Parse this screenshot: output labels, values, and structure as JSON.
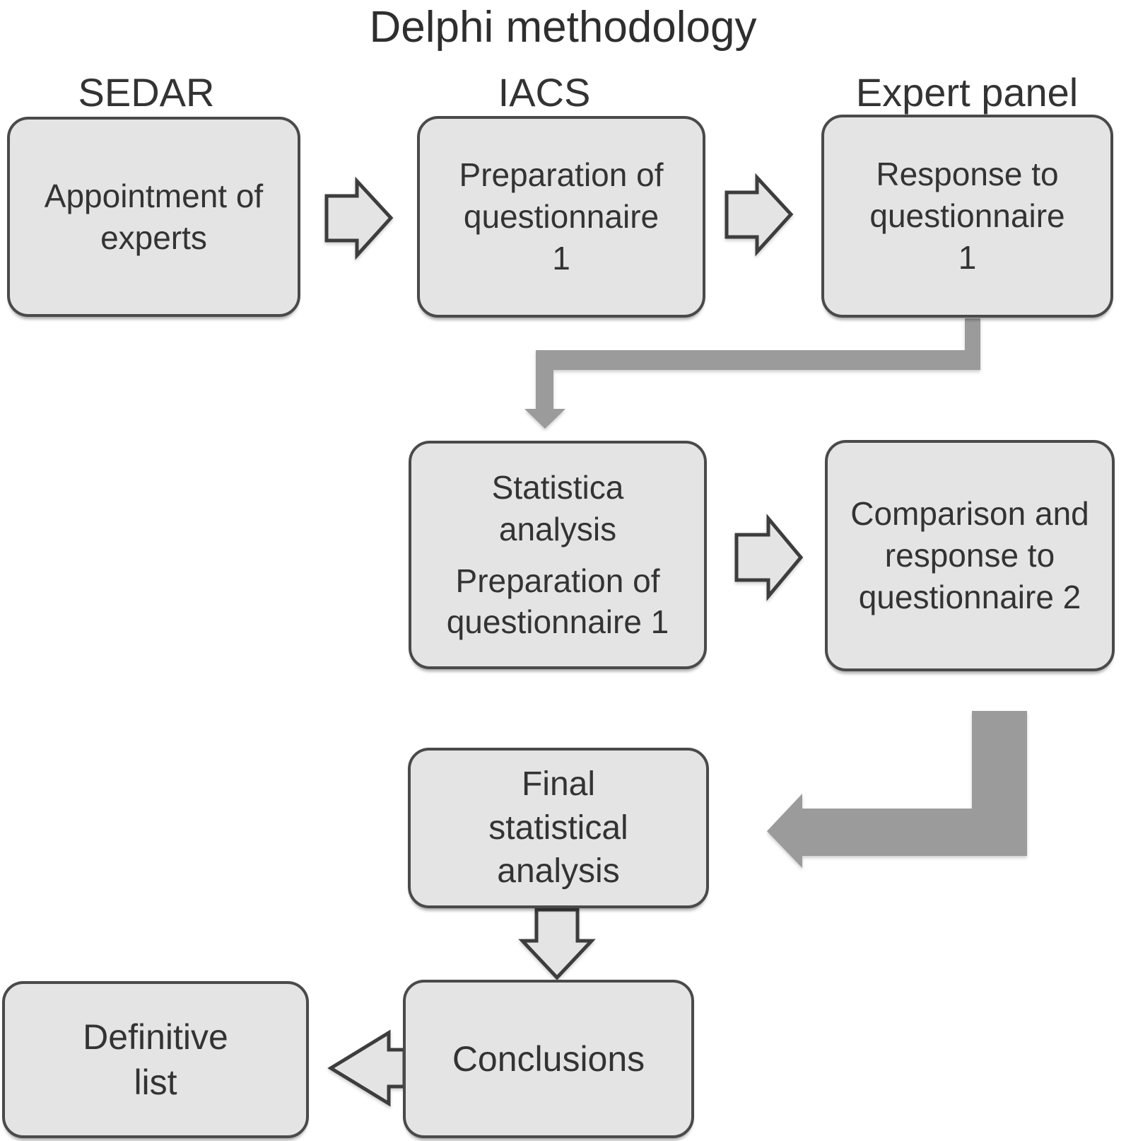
{
  "title": "Delphi methodology",
  "column_headers": [
    {
      "label": "SEDAR"
    },
    {
      "label": "IACS"
    },
    {
      "label": "Expert panel"
    }
  ],
  "boxes": [
    {
      "id": "appointment-of-experts",
      "lines": [
        "Appointment of",
        "experts"
      ]
    },
    {
      "id": "preparation-questionnaire-1",
      "lines": [
        "Preparation of",
        "questionnaire",
        "1"
      ]
    },
    {
      "id": "response-questionnaire-1",
      "lines": [
        "Response to",
        "questionnaire",
        "1"
      ]
    },
    {
      "id": "statistical-analysis-preparation",
      "lines": [
        "Statistica",
        "analysis",
        "Preparation of",
        "questionnaire 1"
      ]
    },
    {
      "id": "comparison-response-questionnaire-2",
      "lines": [
        "Comparison and",
        "response to",
        "questionnaire 2"
      ]
    },
    {
      "id": "final-statistical-analysis",
      "lines": [
        "Final",
        "statistical",
        "analysis"
      ]
    },
    {
      "id": "conclusions",
      "lines": [
        "Conclusions"
      ]
    },
    {
      "id": "definitive-list",
      "lines": [
        "Definitive",
        "list"
      ]
    }
  ],
  "colors": {
    "background": "#ffffff",
    "box_fill": "#e4e4e4",
    "box_border": "#4a4a4a",
    "text": "#333333",
    "solid_arrow": "#9b9b9b",
    "outline_arrow_fill": "#e4e4e4",
    "outline_arrow_border": "#3d3d3d"
  }
}
